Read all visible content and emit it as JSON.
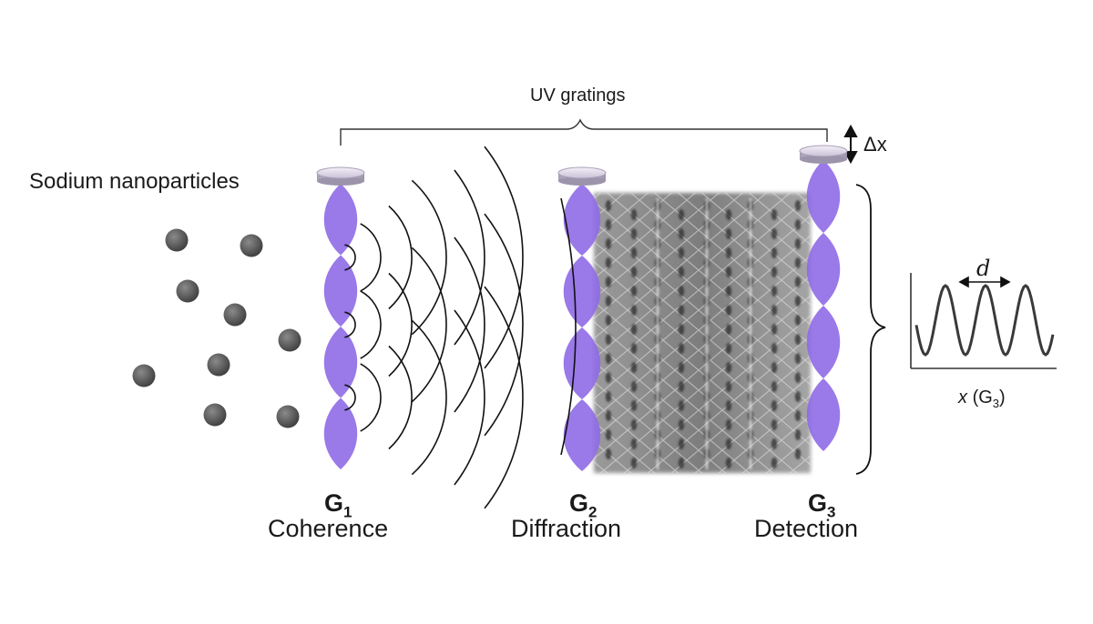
{
  "labels": {
    "sodium": "Sodium nanoparticles",
    "uv_gratings": "UV gratings",
    "delta_x": "Δx",
    "period": "d",
    "axis_var": "x",
    "axis_grating": "(G",
    "axis_grating_sub": "3",
    "axis_close": ")"
  },
  "gratings": [
    {
      "symbol": "G",
      "sub": "1",
      "role": "Coherence"
    },
    {
      "symbol": "G",
      "sub": "2",
      "role": "Diffraction"
    },
    {
      "symbol": "G",
      "sub": "3",
      "role": "Detection"
    }
  ],
  "colors": {
    "laser": "#8f6ae6",
    "particle": "#595959",
    "ink": "#1a1a1a",
    "fringe_bg": "#bdbdbd"
  }
}
